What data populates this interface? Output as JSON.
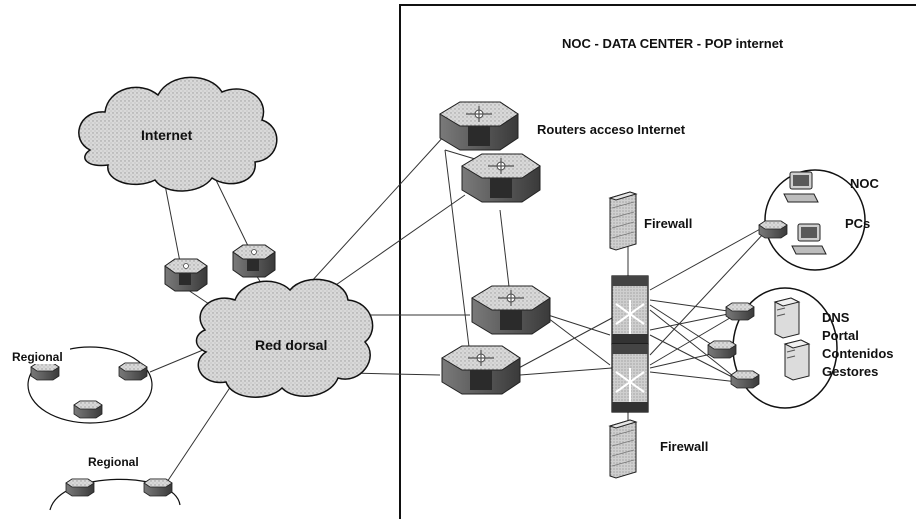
{
  "diagram": {
    "noc_box_title": "NOC  -  DATA CENTER  - POP internet",
    "clouds": {
      "internet": "Internet",
      "backbone": "Red dorsal"
    },
    "labels": {
      "routers_access": "Routers  acceso Internet",
      "firewall_top": "Firewall",
      "firewall_bottom": "Firewall",
      "noc": "NOC",
      "pcs": "PCs",
      "services": [
        "DNS",
        "Portal",
        "Contenidos",
        "Gestores"
      ],
      "regional_1": "Regional",
      "regional_2": "Regional"
    }
  }
}
